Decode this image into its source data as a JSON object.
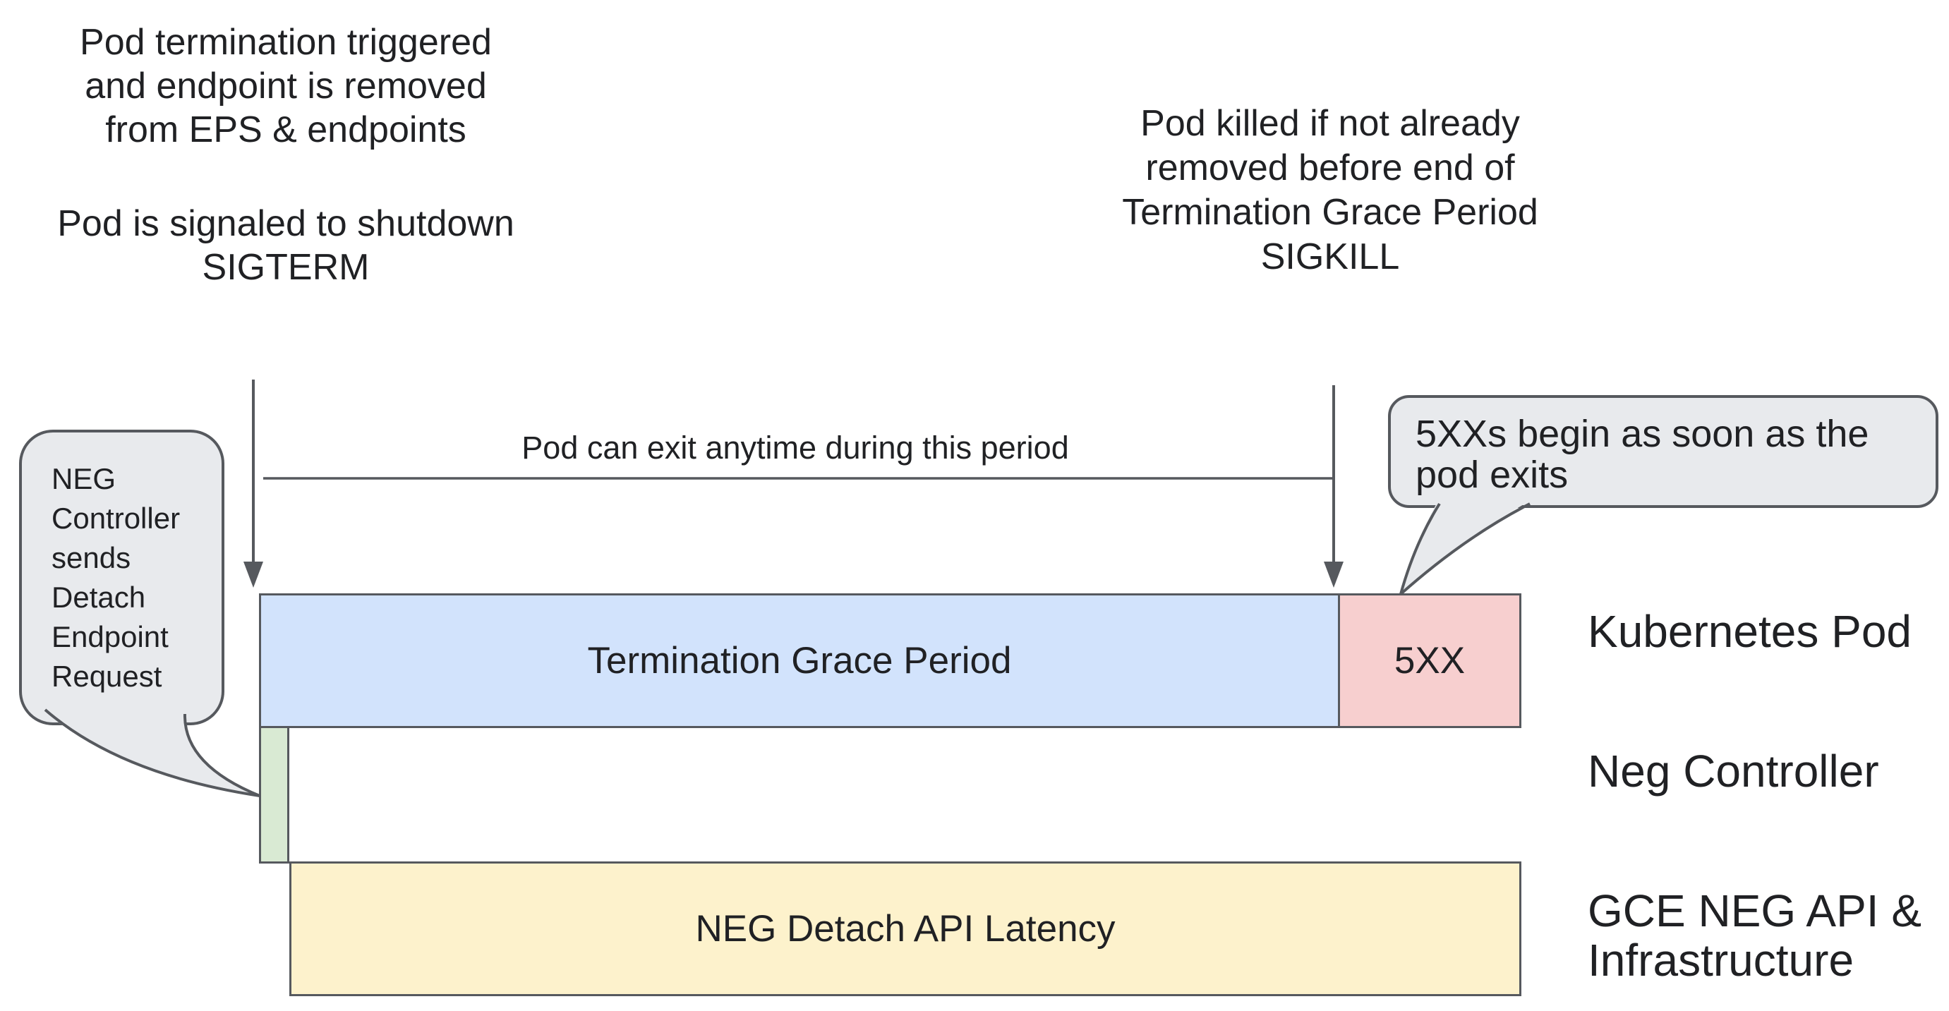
{
  "diagram": {
    "notes": {
      "pod_termination": "Pod termination triggered\nand endpoint is removed\nfrom EPS & endpoints",
      "pod_sigterm": "Pod is signaled to shutdown\nSIGTERM",
      "pod_sigkill": "Pod killed if not already\nremoved before end of\nTermination Grace Period\nSIGKILL",
      "period_label": "Pod can exit anytime during this period"
    },
    "callouts": {
      "neg_controller": "NEG\nController\nsends\nDetach\nEndpoint\nRequest",
      "five_xx": "5XXs begin as soon as the\npod exits"
    },
    "bars": {
      "grace_period_label": "Termination Grace Period",
      "five_xx_label": "5XX",
      "neg_detach_label": "NEG Detach API Latency"
    },
    "lanes": {
      "kubernetes_pod": "Kubernetes Pod",
      "neg_controller": "Neg Controller",
      "gce_neg_api": "GCE NEG API &\nInfrastructure"
    },
    "colors": {
      "background": "#ffffff",
      "text": "#202124",
      "stroke": "#56595e",
      "callout_fill": "#e8eaed",
      "bar_blue": "#d2e3fc",
      "bar_pink": "#f7cfcf",
      "bar_green": "#d9ead3",
      "bar_yellow": "#fdf2cc"
    }
  }
}
